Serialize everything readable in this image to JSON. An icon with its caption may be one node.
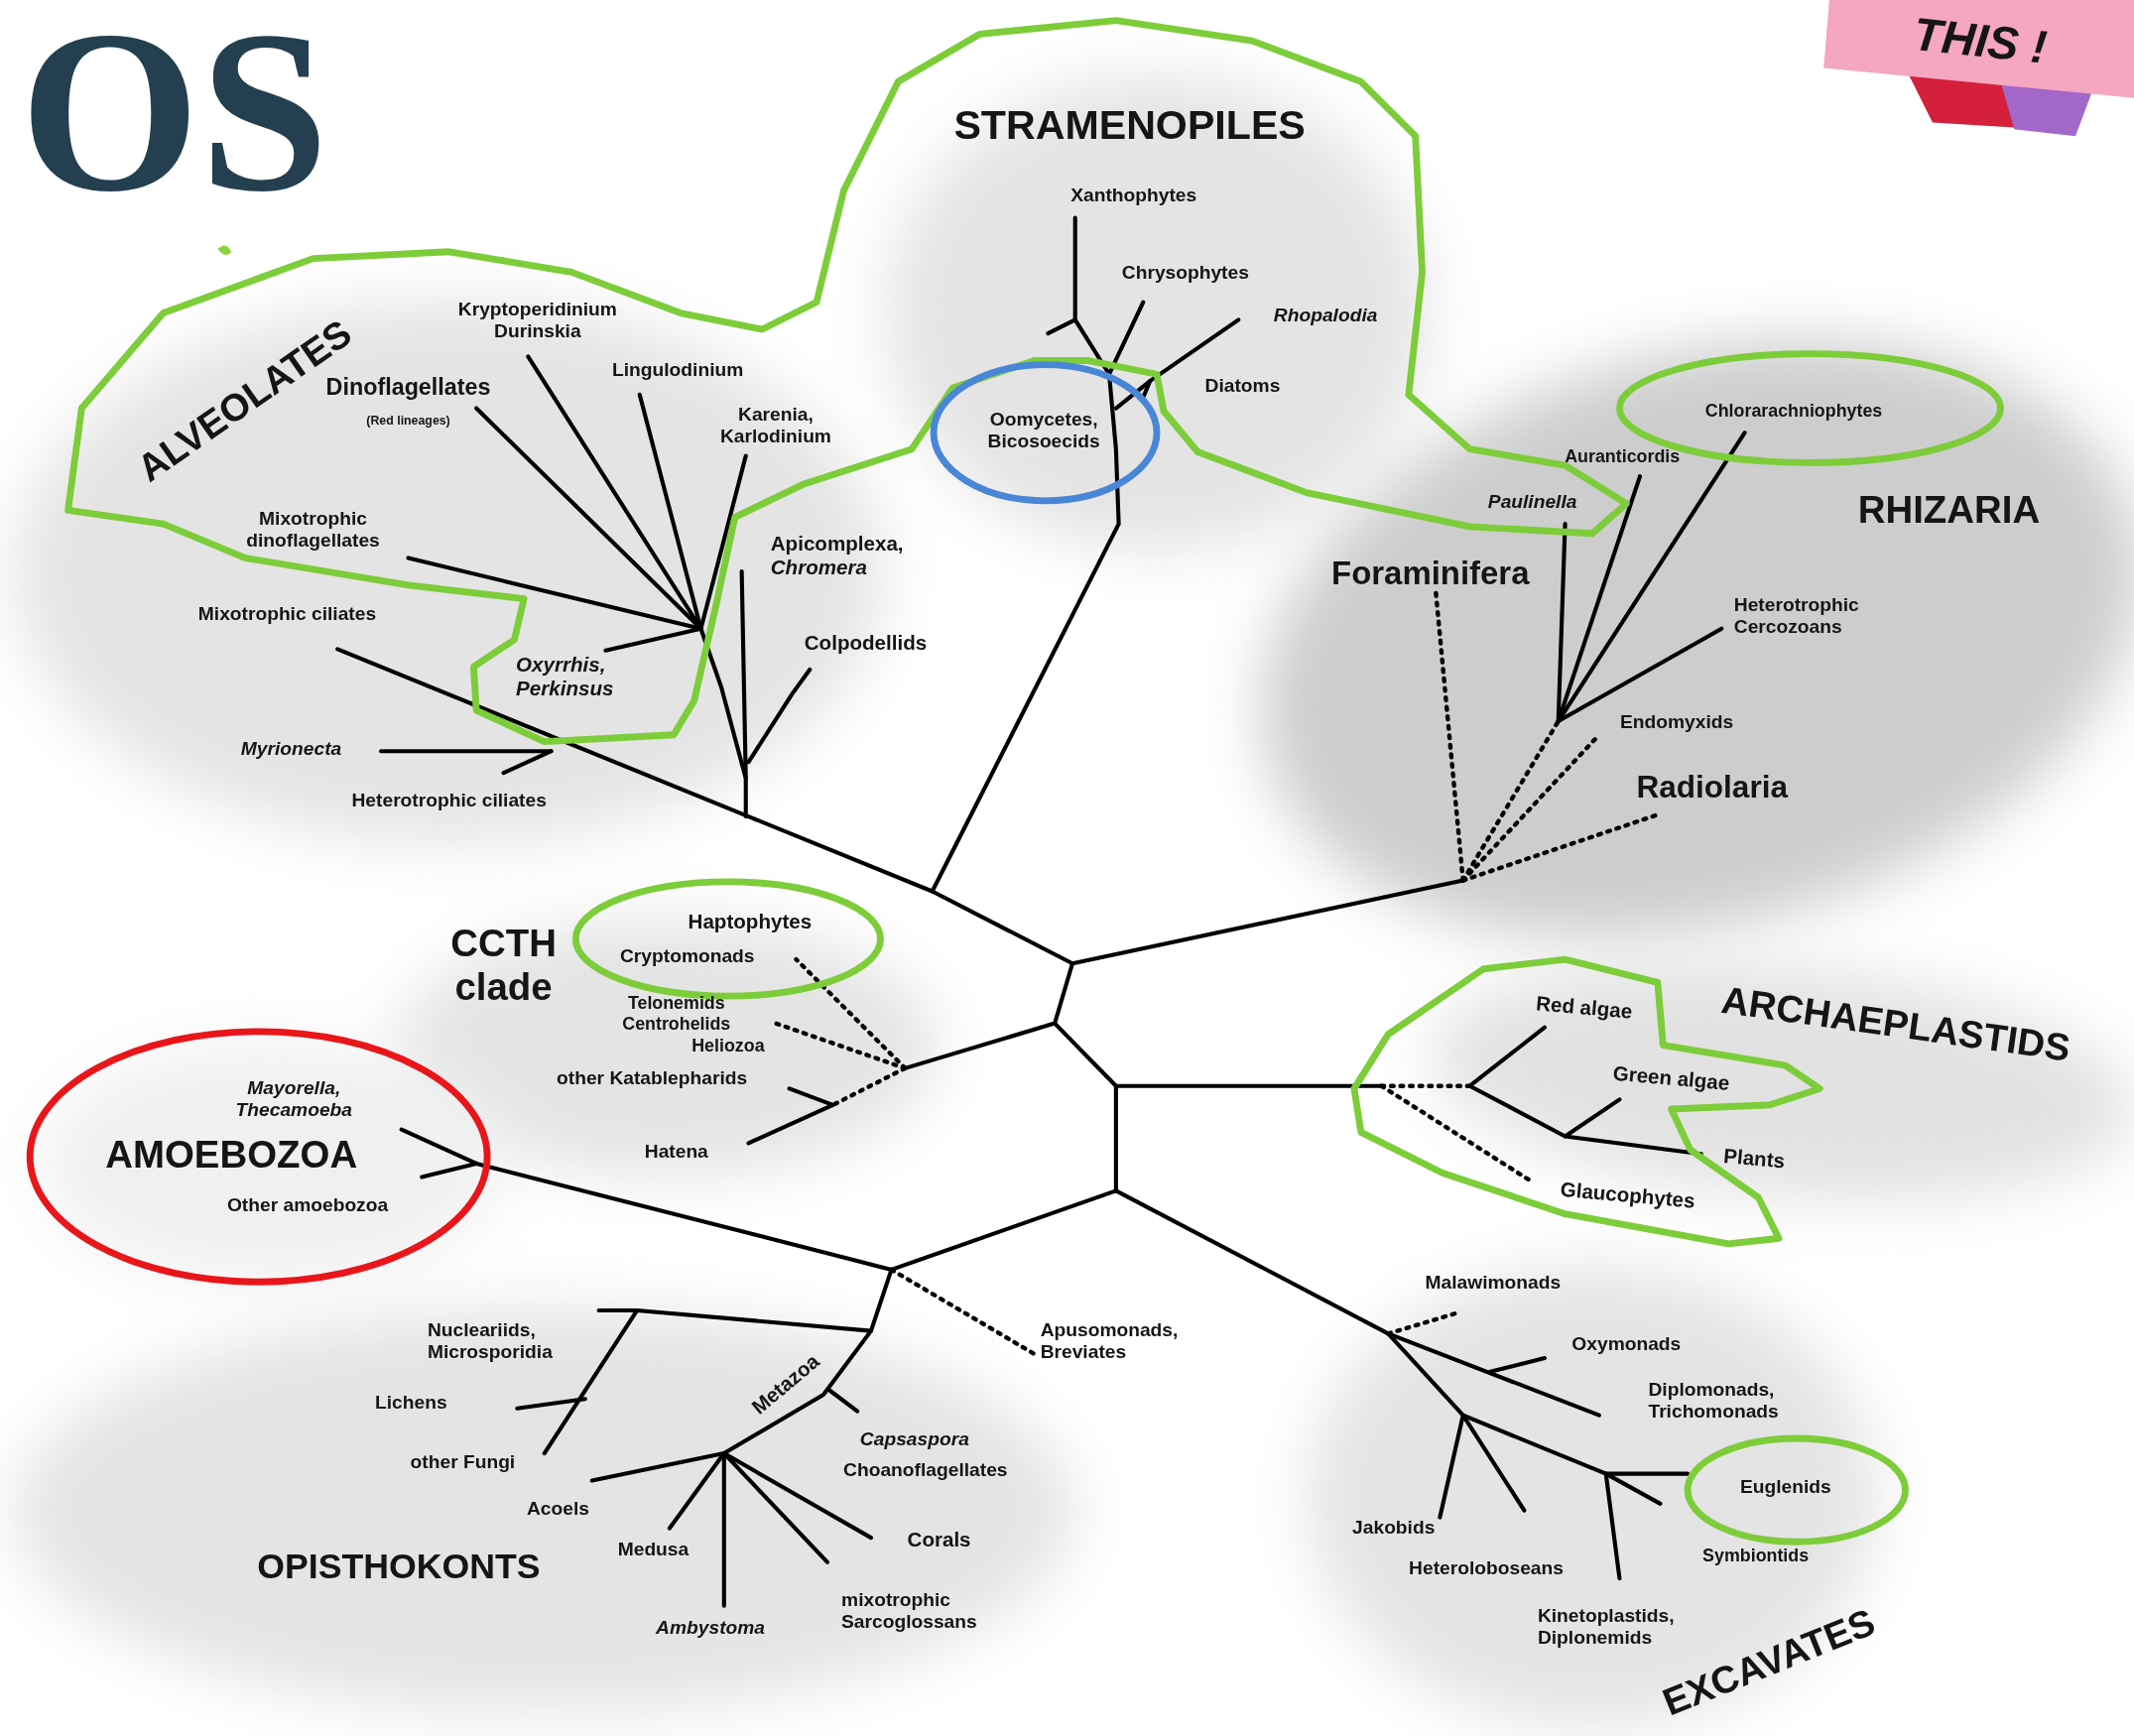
{
  "diagram": {
    "labels": [
      "OS",
      "THIS !",
      "STRAMENOPILES",
      "Xanthophytes",
      "Chrysophytes",
      "Rhopalodia",
      "Diatoms",
      "Oomycetes, Bicosoecids",
      "ALVEOLATES",
      "Kryptoperidinium Durinskia",
      "Dinoflagellates",
      "(Red lineages)",
      "Lingulodinium",
      "Karenia, Karlodinium",
      "Mixotrophic dinoflagellates",
      "Apicomplexa, *Chromera*",
      "Mixotrophic ciliates",
      "Colpodellids",
      "Oxyrrhis, Perkinsus",
      "Myrionecta",
      "Heterotrophic ciliates",
      "Chlorarachniophytes",
      "Auranticordis",
      "RHIZARIA",
      "Paulinella",
      "Foraminifera",
      "Heterotrophic Cercozoans",
      "Endomyxids",
      "Radiolaria",
      "CCTH clade",
      "Haptophytes",
      "Cryptomonads",
      "Telonemids",
      "Centrohelids",
      "Heliozoa",
      "other Katablepharids",
      "Hatena",
      "Mayorella, Thecamoeba",
      "AMOEBOZOA",
      "Other amoebozoa",
      "ARCHAEPLASTIDS",
      "Red algae",
      "Green algae",
      "Plants",
      "Glaucophytes",
      "Malawimonads",
      "Apusomonads, Breviates",
      "Oxymonads",
      "Diplomonads, Trichomonads",
      "Euglenids",
      "Jakobids",
      "Symbiontids",
      "Heteroloboseans",
      "Kinetoplastids, Diplonemids",
      "EXCAVATES",
      "Nucleariids, Microsporidia",
      "Lichens",
      "other Fungi",
      "Metazoa",
      "Capsaspora",
      "Choanoflagellates",
      "Acoels",
      "Medusa",
      "Corals",
      "OPISTHOKONTS",
      "mixotrophic Sarcoglossans",
      "Ambystoma"
    ]
  }
}
